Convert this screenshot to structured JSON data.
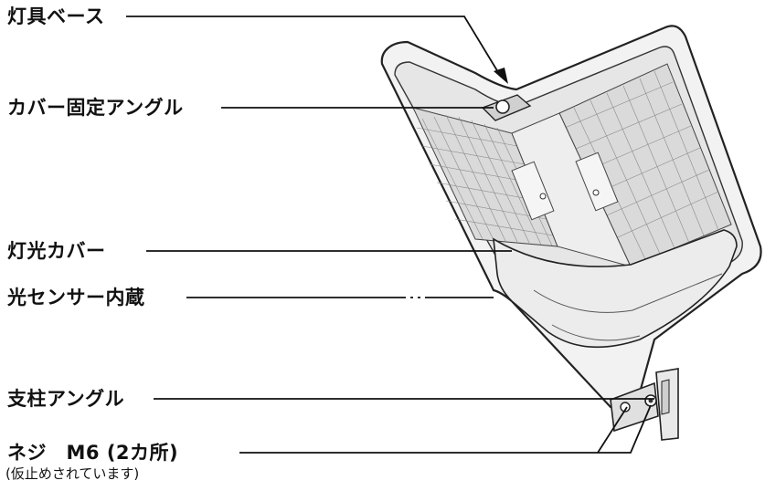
{
  "callouts": {
    "base": "灯具ベース",
    "cover_angle": "カバー固定アングル",
    "cover": "灯光カバー",
    "sensor": "光センサー内蔵",
    "pole_angle": "支柱アングル",
    "screw": "ネジ　M6 (2カ所)",
    "screw_note": "(仮止めされています)"
  }
}
